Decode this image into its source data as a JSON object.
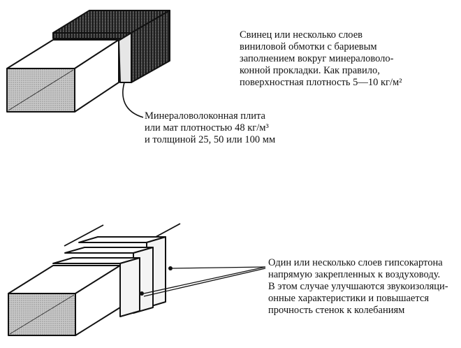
{
  "annotations": {
    "lead_wrap": {
      "lines": [
        "Свинец или несколько слоев",
        "виниловой обмотки с бариевым",
        "заполнением вокруг минераловоло-",
        "конной прокладки. Как правило,",
        "поверхностная плотность 5—10 кг/м²"
      ]
    },
    "mineral_slab": {
      "lines": [
        "Минераловолоконная плита",
        "или мат плотностью 48 кг/м³",
        "и толщиной 25, 50 или 100 мм"
      ]
    },
    "gypsum_layers": {
      "lines": [
        "Один или несколько слоев гипсокартона",
        "напрямую закрепленных к воздуховоду.",
        "В этом случае улучшаются звукоизоляци-",
        "онные характеристики и повышается",
        "прочность стенок к колебаниям"
      ]
    }
  }
}
